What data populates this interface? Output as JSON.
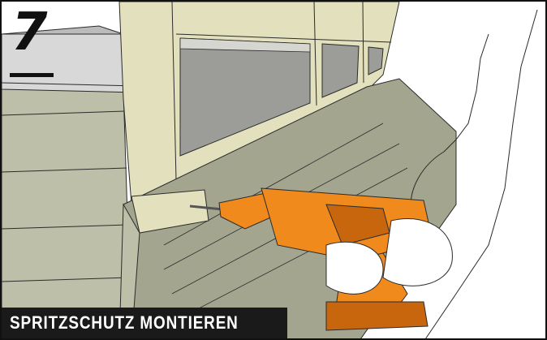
{
  "step": {
    "number": "7",
    "caption": "SPRITZSCHUTZ MONTIEREN"
  },
  "illustration": {
    "subject": "drill-screwing-splash-guard",
    "colors": {
      "wall": "#bdbfa9",
      "wall_dark": "#a3a58f",
      "frame": "#e2e0bd",
      "roof": "#d8d8d8",
      "glass": "#9c9c98",
      "drill": "#f08a1c",
      "drill_dark": "#c8660e",
      "outline": "#2b2b2b"
    }
  }
}
